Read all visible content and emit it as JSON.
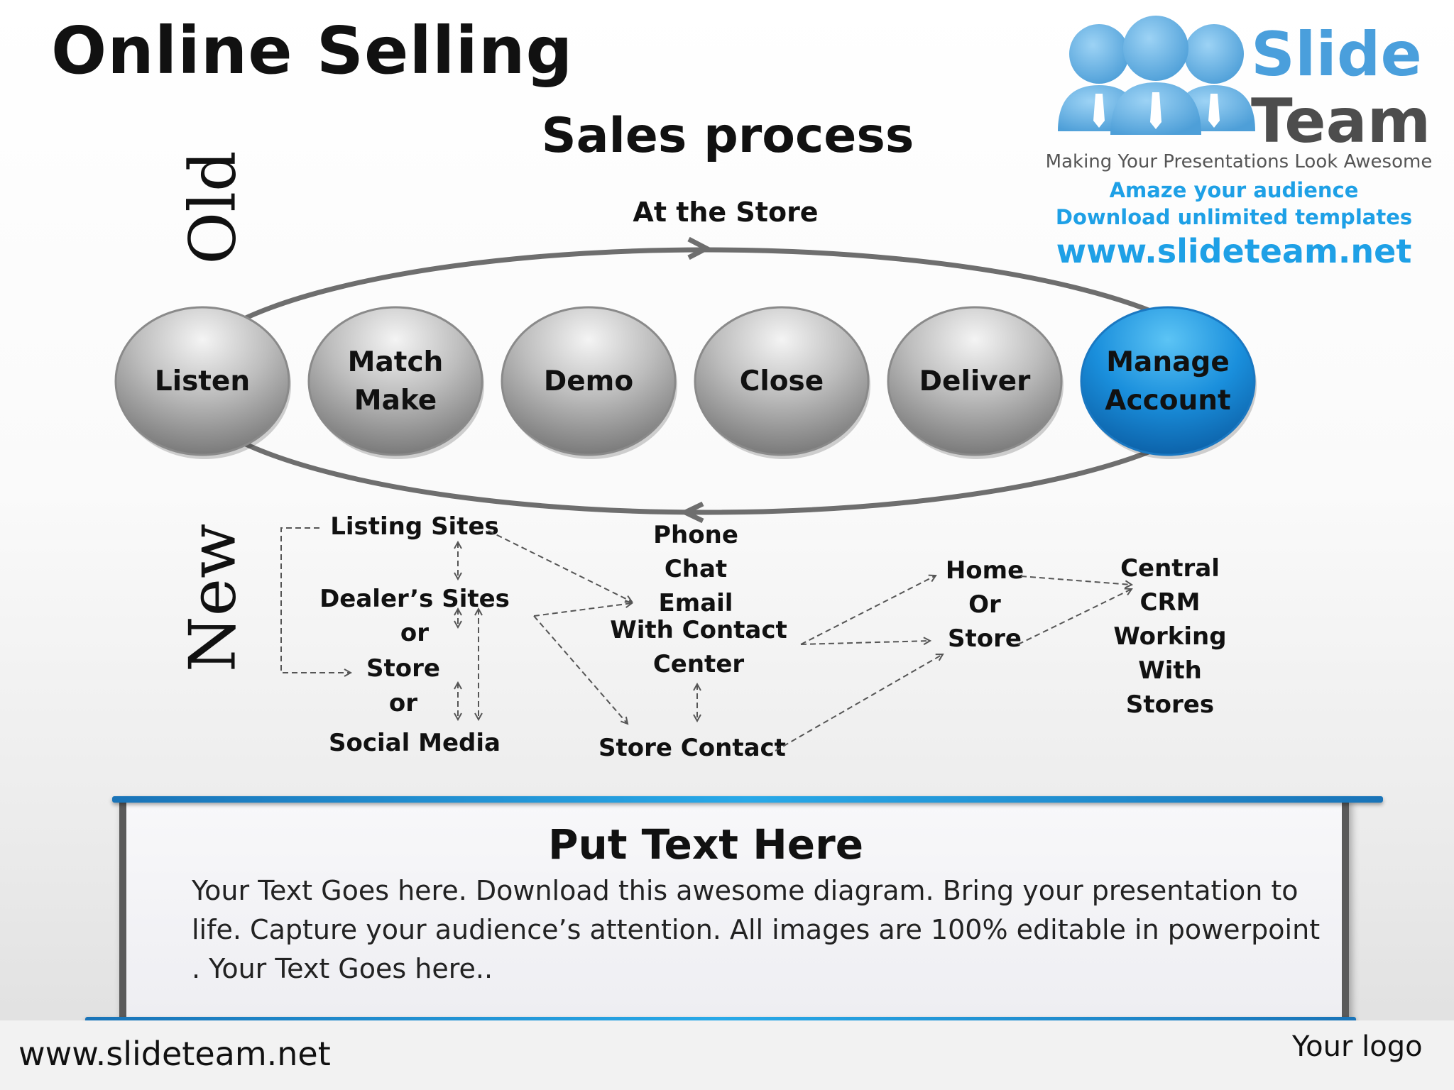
{
  "title": "Online Selling",
  "subtitle": "Sales process",
  "old_label": "Old",
  "new_label": "New",
  "old": {
    "loop_label": "At the Store",
    "stages": [
      {
        "line1": "Listen",
        "line2": "",
        "highlight": false
      },
      {
        "line1": "Match",
        "line2": "Make",
        "highlight": false
      },
      {
        "line1": "Demo",
        "line2": "",
        "highlight": false
      },
      {
        "line1": "Close",
        "line2": "",
        "highlight": false
      },
      {
        "line1": "Deliver",
        "line2": "",
        "highlight": false
      },
      {
        "line1": "Manage",
        "line2": "Account",
        "highlight": true
      }
    ]
  },
  "new": {
    "col1": {
      "listing": "Listing Sites",
      "dealer": "Dealer’s Sites",
      "or1": "or",
      "store": "Store",
      "or2": "or",
      "social": "Social Media"
    },
    "col2": {
      "phone": "Phone",
      "chat": "Chat",
      "email": "Email",
      "with_contact": "With Contact",
      "center": "Center",
      "store_contact": "Store Contact"
    },
    "col3": {
      "home": "Home",
      "or": "Or",
      "store": "Store"
    },
    "col4": {
      "l1": "Central",
      "l2": "CRM",
      "l3": "Working",
      "l4": "With",
      "l5": "Stores"
    }
  },
  "logo": {
    "slide": "Slide",
    "team": "Team",
    "tagline": "Making Your Presentations Look Awesome",
    "amaze": "Amaze your audience",
    "download": "Download unlimited templates",
    "url": "www.slideteam.net"
  },
  "panel": {
    "heading": "Put Text Here",
    "body": "Your Text Goes here. Download this awesome diagram. Bring your presentation to life. Capture your audience’s attention. All images are 100% editable in powerpoint . Your Text Goes here.."
  },
  "footer": {
    "url": "www.slideteam.net",
    "logo_text": "Your logo"
  },
  "colors": {
    "accent_blue": "#1a8fdc",
    "gray_circle": "#9a9a9a",
    "loop": "#707070"
  }
}
